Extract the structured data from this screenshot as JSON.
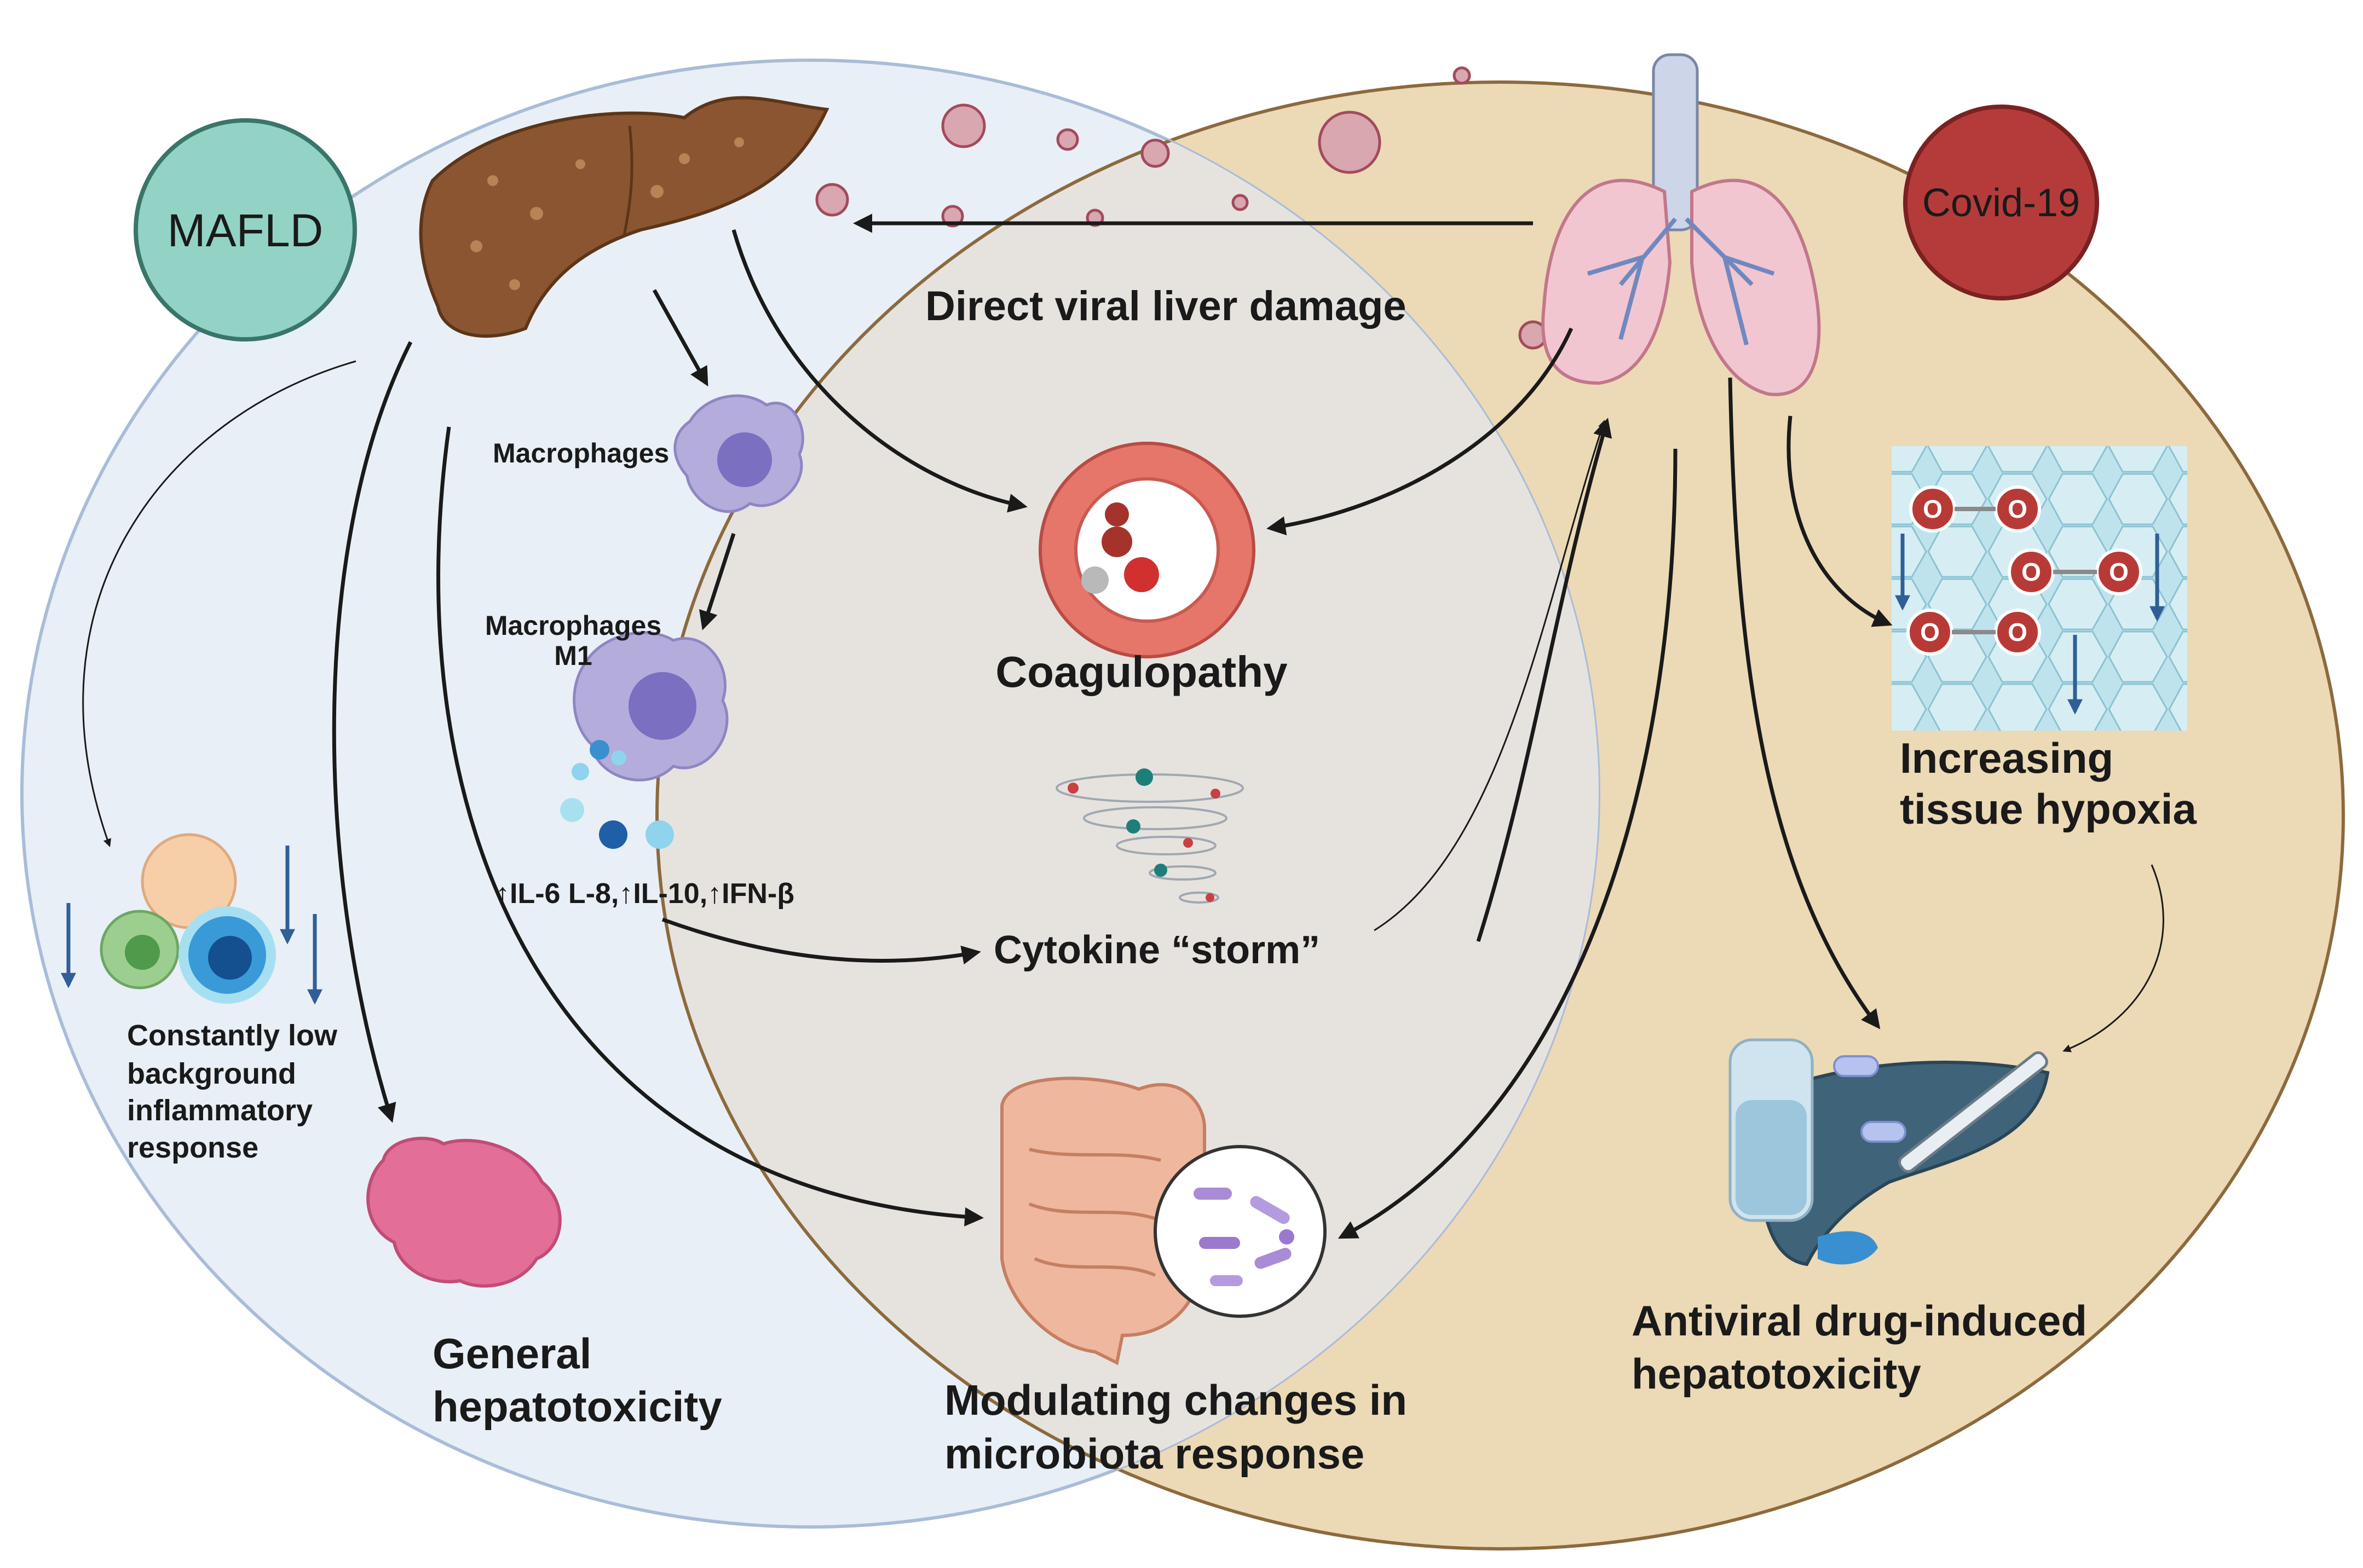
{
  "circles": {
    "mafld": {
      "label": "MAFLD",
      "color": "#93d3c6"
    },
    "covid": {
      "label": "Covid-19",
      "color": "#b53b3b"
    }
  },
  "labels": {
    "direct_viral": "Direct viral liver damage",
    "macrophages": "Macrophages",
    "macrophages_m1_line1": "Macrophages",
    "macrophages_m1_line2": "M1",
    "coagulopathy": "Coagulopathy",
    "cytokines": "↑IL-6 L-8,↑IL-10,↑IFN-β",
    "cytokine_storm": "Cytokine “storm”",
    "background_line1": "Constantly low",
    "background_line2": "background",
    "background_line3": "inflammatory",
    "background_line4": "response",
    "general_line1": "General",
    "general_line2": "hepatotoxicity",
    "microbiota_line1": "Modulating changes in",
    "microbiota_line2": "microbiota response",
    "hypoxia_line1": "Increasing",
    "hypoxia_line2": "tissue hypoxia",
    "antiviral_line1": "Antiviral drug-induced",
    "antiviral_line2": "hepatotoxicity",
    "oxygen_atom": "O"
  },
  "colors": {
    "mafld_region": "#e9eff6",
    "covid_region": "#ecd9b6",
    "overlap_region": "#e6e3df",
    "arrow": "#1a1a1a",
    "down_arrow": "#2f5f95"
  },
  "icons": [
    "liver-icon",
    "virus-icon",
    "lungs-icon",
    "macrophage-icon",
    "blood-vessel-icon",
    "cytokine-storm-icon",
    "immune-cells-icon",
    "damaged-liver-icon",
    "intestine-icon",
    "bacteria-icon",
    "oxygen-tissue-icon",
    "iv-drug-liver-icon"
  ]
}
